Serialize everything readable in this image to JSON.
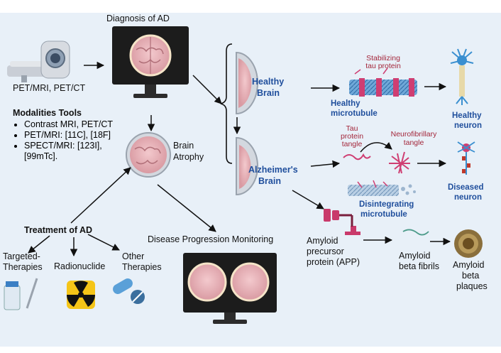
{
  "colors": {
    "panel": "#e8f0f8",
    "arrow": "#111111",
    "blue_label": "#1f4e9c",
    "red_label": "#a3263a",
    "brain": "#e9b2b8",
    "monitor": "#1c1c1c"
  },
  "top": {
    "diagnosis_title": "Diagnosis of AD",
    "scanner_label": "PET/MRI, PET/CT"
  },
  "modalities": {
    "title": "Modalities Tools",
    "items": [
      "Contrast MRI, PET/CT",
      "PET/MRI: [11C], [18F]",
      "SPECT/MRI: [123I],",
      "[99mTc]."
    ]
  },
  "atrophy": {
    "line1": "Brain",
    "line2": "Atrophy"
  },
  "brains": {
    "healthy_line1": "Healthy",
    "healthy_line2": "Brain",
    "alz_line1": "Alzheimer's",
    "alz_line2": "Brain"
  },
  "microtubule": {
    "stabilizing_line1": "Stabilizing",
    "stabilizing_line2": "tau protein",
    "healthy_line1": "Healthy",
    "healthy_line2": "microtubule",
    "tangle_line1": "Tau",
    "tangle_line2": "protein",
    "tangle_line3": "tangle",
    "neuro_line1": "Neurofibrillary",
    "neuro_line2": "tangle",
    "disint_line1": "Disintegrating",
    "disint_line2": "microtubule"
  },
  "neurons": {
    "healthy_line1": "Healthy",
    "healthy_line2": "neuron",
    "diseased_line1": "Diseased",
    "diseased_line2": "neuron"
  },
  "amyloid": {
    "app_line1": "Amyloid",
    "app_line2": "precursor",
    "app_line3": "protein (APP)",
    "fibrils_line1": "Amyloid",
    "fibrils_line2": "beta fibrils",
    "plaques_line1": "Amyloid",
    "plaques_line2": "beta",
    "plaques_line3": "plaques"
  },
  "progression": {
    "label": "Disease Progression Monitoring"
  },
  "treatment": {
    "title": "Treatment of AD",
    "targeted_line1": "Targeted-",
    "targeted_line2": "Therapies",
    "radionuclide": "Radionuclide",
    "other_line1": "Other",
    "other_line2": "Therapies"
  },
  "icons": [
    "scanner-icon",
    "monitor-icon",
    "brain-icon",
    "neuron-icon",
    "microtubule-icon",
    "protein-icon",
    "fibril-icon",
    "plaque-icon",
    "vial-icon",
    "radiation-icon",
    "pill-icon"
  ]
}
